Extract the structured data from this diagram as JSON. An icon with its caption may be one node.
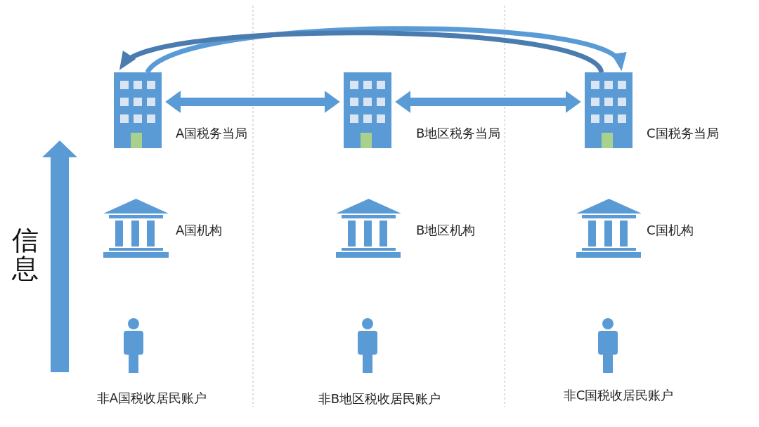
{
  "diagram": {
    "nodes": [
      {
        "text": [],
        "shape": "building",
        "beside": [
          "A国税务当局"
        ]
      },
      {
        "text": [],
        "shape": "building",
        "beside": [
          "B地区税务当局"
        ]
      },
      {
        "text": [],
        "shape": "building",
        "beside": [
          "C国税务当局"
        ]
      },
      {
        "text": [],
        "shape": "bank",
        "beside": [
          "A国机构"
        ]
      },
      {
        "text": [],
        "shape": "bank",
        "beside": [
          "B地区机构"
        ]
      },
      {
        "text": [],
        "shape": "bank",
        "beside": [
          "C国机构"
        ]
      },
      {
        "text": [],
        "shape": "person",
        "beside": [
          "非A国税收居民账户"
        ]
      },
      {
        "text": [],
        "shape": "person",
        "beside": [
          "非B地区税收居民账户"
        ]
      },
      {
        "text": [],
        "shape": "person",
        "beside": [
          "非C国税收居民账户"
        ]
      }
    ],
    "edges": [
      {
        "from": 0,
        "to": 1,
        "arrow": "both"
      },
      {
        "from": 1,
        "to": 2,
        "arrow": "both"
      },
      {
        "from": 0,
        "to": 2,
        "arrow": "to"
      },
      {
        "from": 2,
        "to": 0,
        "arrow": "to",
        "color": "#4a7cb0"
      }
    ],
    "labels": [
      "信息"
    ]
  }
}
